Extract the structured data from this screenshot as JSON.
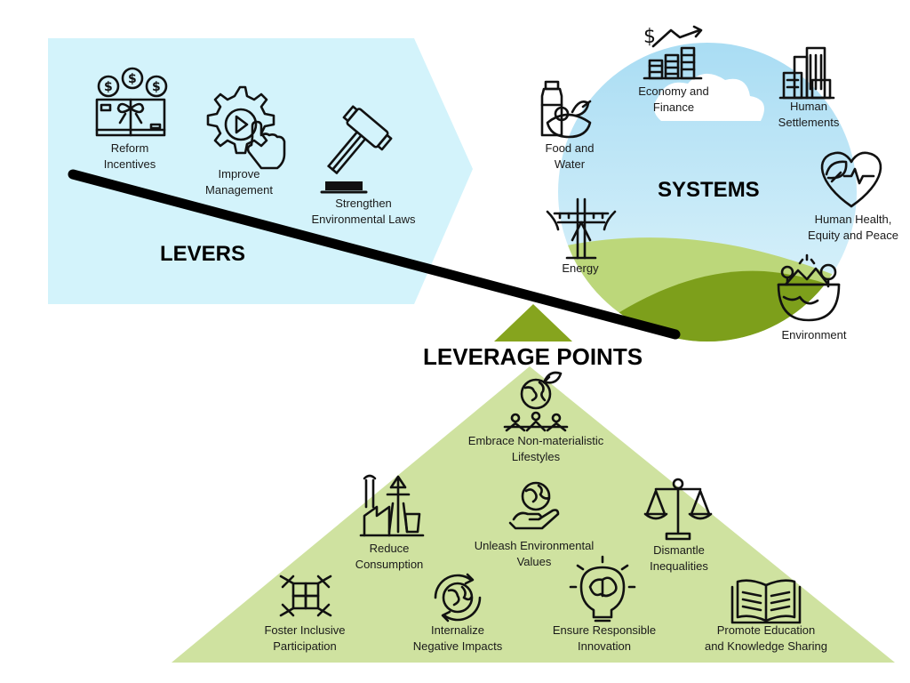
{
  "levers": {
    "title": "LEVERS",
    "items": [
      {
        "id": "reform-incentives",
        "line1": "Reform",
        "line2": "Incentives"
      },
      {
        "id": "improve-management",
        "line1": "Improve",
        "line2": "Management"
      },
      {
        "id": "strengthen-laws",
        "line1": "Strengthen",
        "line2": "Environmental Laws"
      }
    ]
  },
  "systems": {
    "title": "SYSTEMS",
    "items": [
      {
        "id": "economy-finance",
        "line1": "Economy and",
        "line2": "Finance"
      },
      {
        "id": "human-settlements",
        "line1": "Human",
        "line2": "Settlements"
      },
      {
        "id": "food-water",
        "line1": "Food and",
        "line2": "Water"
      },
      {
        "id": "human-health",
        "line1": "Human Health,",
        "line2": "Equity and Peace"
      },
      {
        "id": "energy",
        "line1": "Energy",
        "line2": ""
      },
      {
        "id": "environment",
        "line1": "Environment",
        "line2": ""
      }
    ]
  },
  "leverage_points": {
    "title": "LEVERAGE POINTS",
    "items": [
      {
        "id": "non-materialistic",
        "line1": "Embrace Non-materialistic",
        "line2": "Lifestyles"
      },
      {
        "id": "reduce-consumption",
        "line1": "Reduce",
        "line2": "Consumption"
      },
      {
        "id": "environmental-values",
        "line1": "Unleash Environmental",
        "line2": "Values"
      },
      {
        "id": "dismantle-inequalities",
        "line1": "Dismantle",
        "line2": "Inequalities"
      },
      {
        "id": "inclusive-participation",
        "line1": "Foster Inclusive",
        "line2": "Participation"
      },
      {
        "id": "negative-impacts",
        "line1": "Internalize",
        "line2": "Negative Impacts"
      },
      {
        "id": "responsible-innovation",
        "line1": "Ensure Responsible",
        "line2": "Innovation"
      },
      {
        "id": "education-knowledge",
        "line1": "Promote Education",
        "line2": "and Knowledge Sharing"
      }
    ]
  },
  "colors": {
    "levers_panel": "#d3f3fb",
    "systems_sky": "#c4e9f7",
    "hill_light": "#bcd77a",
    "hill_dark": "#7d9f1b",
    "pyramid": "#cfe2a0",
    "fulcrum": "#86a41e",
    "lever_bar": "#000000"
  }
}
